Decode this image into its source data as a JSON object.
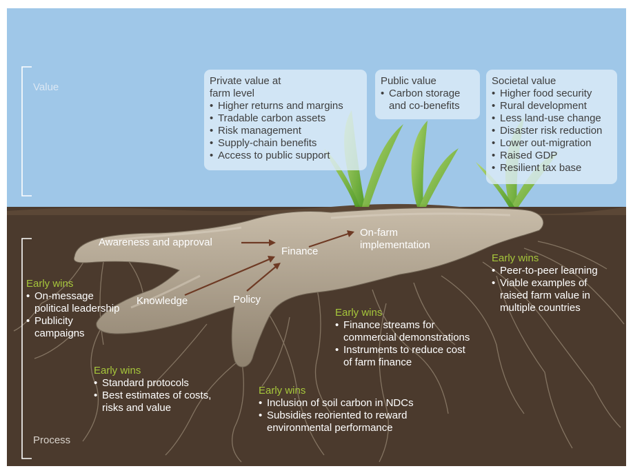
{
  "labels": {
    "value": "Value",
    "process": "Process"
  },
  "value_boxes": {
    "private": {
      "title_lines": [
        "Private value at",
        "farm level"
      ],
      "items": [
        "Higher returns and margins",
        "Tradable carbon assets",
        "Risk management",
        "Supply-chain benefits",
        "Access to public support"
      ]
    },
    "public": {
      "title": "Public value",
      "items": [
        "Carbon storage",
        "and co-benefits"
      ]
    },
    "societal": {
      "title": "Societal value",
      "items": [
        "Higher food security",
        "Rural development",
        "Less land-use change",
        "Disaster risk reduction",
        "Lower out-migration",
        "Raised GDP",
        "Resilient tax base"
      ]
    }
  },
  "stages": {
    "awareness": "Awareness and approval",
    "knowledge": "Knowledge",
    "policy": "Policy",
    "finance": "Finance",
    "onfarm_lines": [
      "On-farm",
      "implementation"
    ]
  },
  "early_wins": {
    "heading": "Early wins",
    "awareness": [
      "On-message",
      "political leadership",
      "Publicity",
      "campaigns"
    ],
    "knowledge": [
      "Standard protocols",
      "Best estimates of costs,",
      "risks and value"
    ],
    "policy": [
      "Inclusion of soil carbon in NDCs",
      "Subsidies reoriented to reward",
      "environmental performance"
    ],
    "finance": [
      "Finance streams for",
      "commercial demonstrations",
      "Instruments to reduce cost",
      "of farm finance"
    ],
    "onfarm": [
      "Peer-to-peer learning",
      "Viable examples of",
      "raised farm value in",
      "multiple countries"
    ]
  },
  "colors": {
    "sky": "#9fc7e8",
    "soil": "#4b3a2d",
    "root": "#b2a48f",
    "arrow": "#6e3a24",
    "early_wins": "#a6c63b",
    "leaf": "#7cb82f"
  }
}
